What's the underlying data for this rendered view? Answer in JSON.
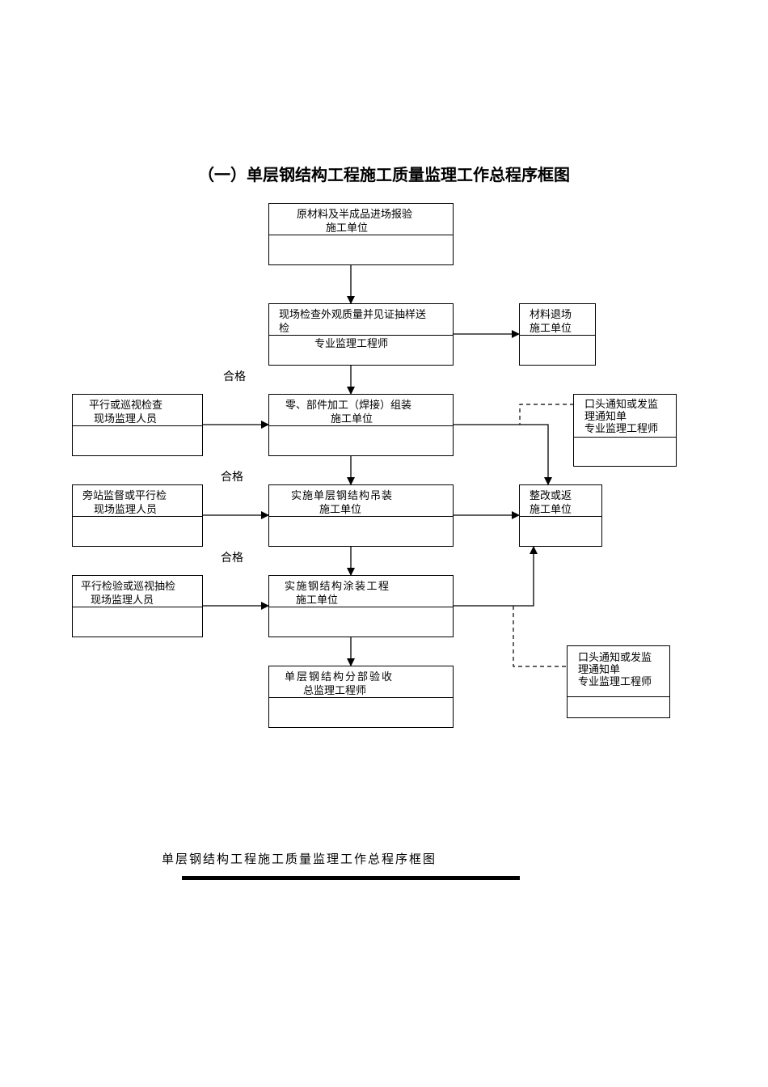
{
  "title": "（一）单层钢结构工程施工质量监理工作总程序框图",
  "boxes": {
    "raw_material": {
      "line1": "原材料及半成品进场报验",
      "line2": "施工单位"
    },
    "site_inspection": {
      "line1": "现场检查外观质量并见证抽样送",
      "line1b": "检",
      "line2": "专业监理工程师"
    },
    "material_return": {
      "line1": "材料退场",
      "line2": "施工单位"
    },
    "parts_processing": {
      "line1": "零、部件加工（焊接）组装",
      "line2": "施工单位"
    },
    "parallel_patrol_1": {
      "line1": "平行或巡视检查",
      "line2": "现场监理人员"
    },
    "notice_1": {
      "line1": "口头通知或发监",
      "line1b": "理通知单",
      "line2": "专业监理工程师"
    },
    "hoisting": {
      "line1": "实施单层钢结构吊装",
      "line2": "施工单位"
    },
    "side_station": {
      "line1": "旁站监督或平行检",
      "line2": "现场监理人员"
    },
    "rectify": {
      "line1": "整改或返",
      "line2": "施工单位"
    },
    "coating": {
      "line1": "实施钢结构涂装工程",
      "line2": "施工单位"
    },
    "parallel_patrol_2": {
      "line1": "平行检验或巡视抽检",
      "line2": "现场监理人员"
    },
    "acceptance": {
      "line1": "单层钢结构分部验收",
      "line2": "总监理工程师"
    },
    "notice_2": {
      "line1": "口头通知或发监",
      "line1b": "理通知单",
      "line2": "专业监理工程师"
    }
  },
  "labels": {
    "pass_1": "合格",
    "pass_2": "合格",
    "pass_3": "合格"
  },
  "footer": {
    "caption": "单层钢结构工程施工质量监理工作总程序框图"
  }
}
